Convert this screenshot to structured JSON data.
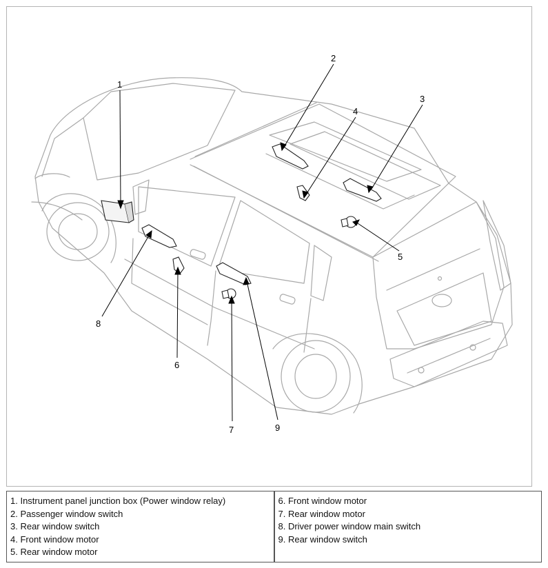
{
  "callouts": [
    "1",
    "2",
    "3",
    "4",
    "5",
    "6",
    "7",
    "8",
    "9"
  ],
  "legend": {
    "left": [
      "1. Instrument panel junction box (Power window relay)",
      "2. Passenger window switch",
      "3. Rear window switch",
      "4. Front window motor",
      "5. Rear window motor"
    ],
    "right": [
      "6. Front window motor",
      "7. Rear window motor",
      "8. Driver power window main switch",
      "9. Rear window switch"
    ]
  },
  "colors": {
    "outline": "#a8a8a8",
    "leader": "#000000",
    "frame": "#b4b4b4"
  }
}
